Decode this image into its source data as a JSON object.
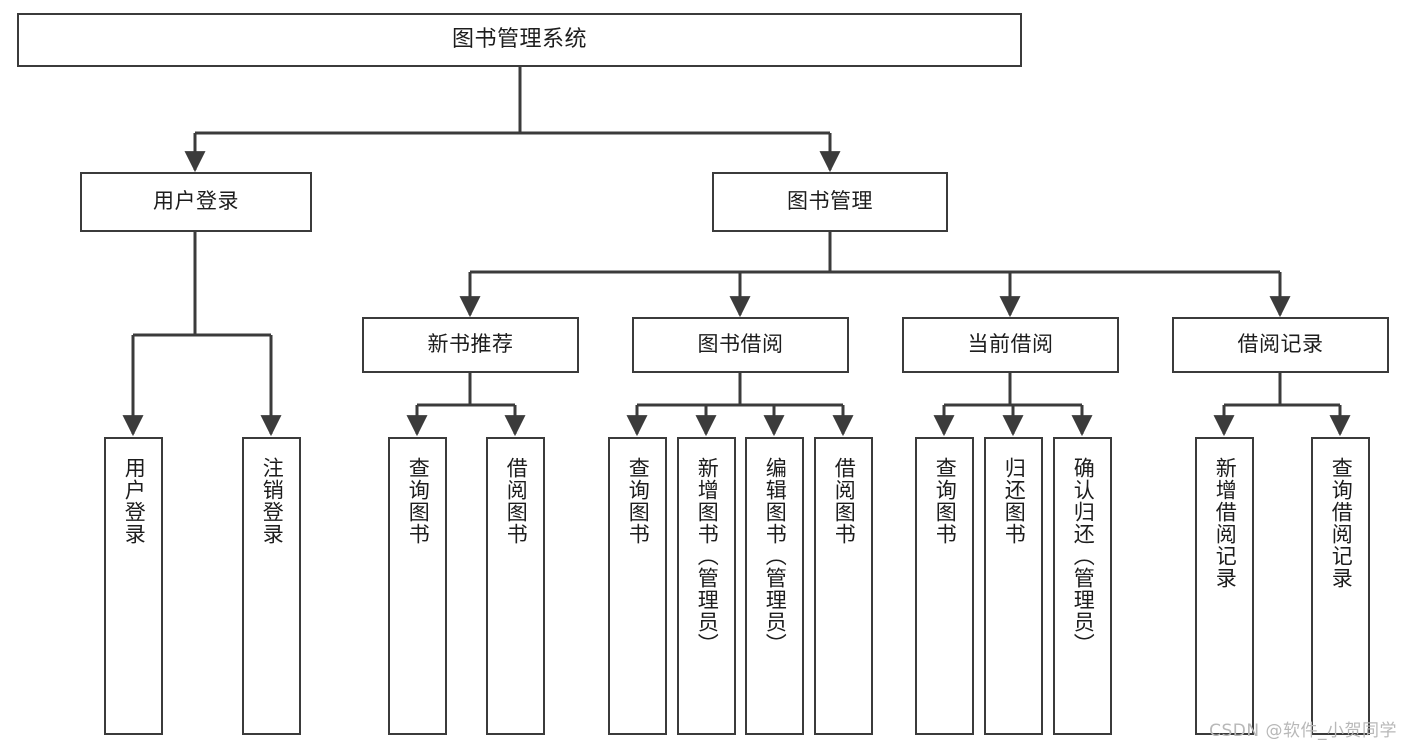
{
  "diagram": {
    "title": "图书管理系统",
    "type": "tree",
    "orientation": "top-down",
    "stroke_color": "#3b3b3b",
    "fill_color": "#ffffff",
    "text_color": "#1d1d1d",
    "watermark": "CSDN @软件_小贺同学",
    "watermark_color": "#b8b8b8"
  },
  "nodes": {
    "root": {
      "label": "图书管理系统",
      "level": 1
    },
    "level2": [
      {
        "id": "user-login",
        "label": "用户登录"
      },
      {
        "id": "book-manage",
        "label": "图书管理"
      }
    ],
    "level3": [
      {
        "id": "new-book-recommend",
        "label": "新书推荐",
        "parent": "book-manage"
      },
      {
        "id": "book-borrow",
        "label": "图书借阅",
        "parent": "book-manage"
      },
      {
        "id": "current-borrow",
        "label": "当前借阅",
        "parent": "book-manage"
      },
      {
        "id": "borrow-record",
        "label": "借阅记录",
        "parent": "book-manage"
      }
    ],
    "leaves": [
      {
        "id": "leaf-user-login",
        "label": "用户登录",
        "parent": "user-login"
      },
      {
        "id": "leaf-logout-login",
        "label": "注销登录",
        "parent": "user-login"
      },
      {
        "id": "leaf-query-book-1",
        "label": "查询图书",
        "parent": "new-book-recommend"
      },
      {
        "id": "leaf-borrow-book-1",
        "label": "借阅图书",
        "parent": "new-book-recommend"
      },
      {
        "id": "leaf-query-book-2",
        "label": "查询图书",
        "parent": "book-borrow"
      },
      {
        "id": "leaf-add-book",
        "label": "新增图书（管理员）",
        "parent": "book-borrow"
      },
      {
        "id": "leaf-edit-book",
        "label": "编辑图书（管理员）",
        "parent": "book-borrow"
      },
      {
        "id": "leaf-borrow-book-2",
        "label": "借阅图书",
        "parent": "book-borrow"
      },
      {
        "id": "leaf-query-book-3",
        "label": "查询图书",
        "parent": "current-borrow"
      },
      {
        "id": "leaf-return-book",
        "label": "归还图书",
        "parent": "current-borrow"
      },
      {
        "id": "leaf-confirm-return",
        "label": "确认归还（管理员）",
        "parent": "current-borrow"
      },
      {
        "id": "leaf-add-record",
        "label": "新增借阅记录",
        "parent": "borrow-record"
      },
      {
        "id": "leaf-query-record",
        "label": "查询借阅记录",
        "parent": "borrow-record"
      }
    ]
  }
}
